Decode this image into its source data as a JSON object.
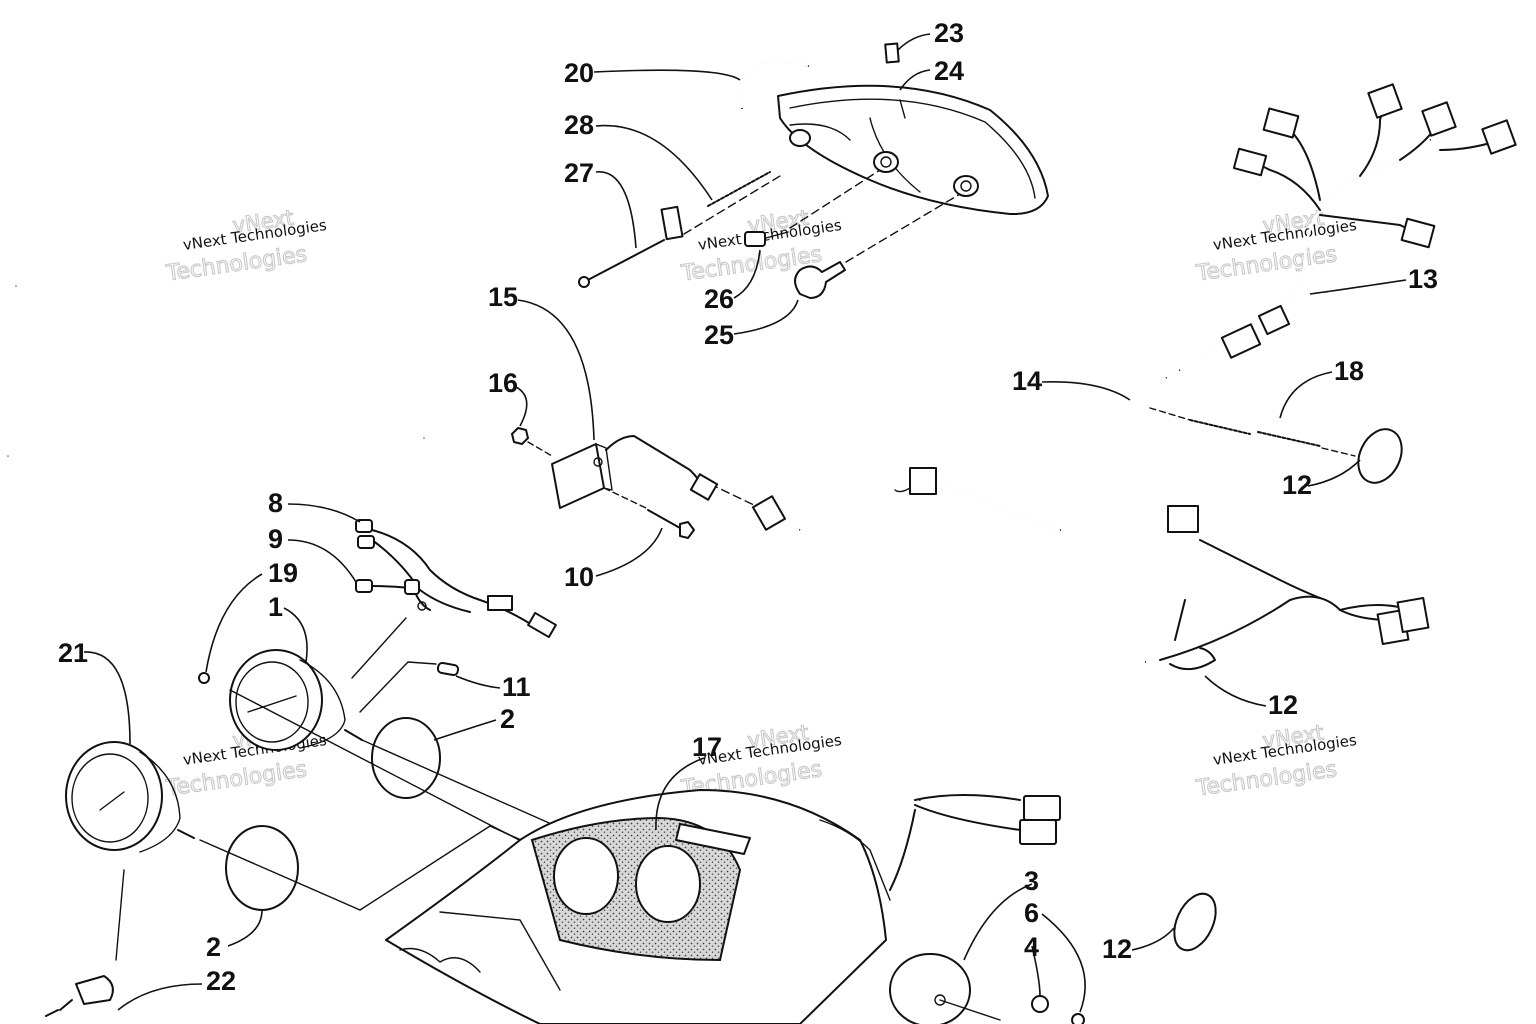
{
  "diagram": {
    "callouts": [
      {
        "id": "c20",
        "label": "20"
      },
      {
        "id": "c23",
        "label": "23"
      },
      {
        "id": "c24",
        "label": "24"
      },
      {
        "id": "c28",
        "label": "28"
      },
      {
        "id": "c27",
        "label": "27"
      },
      {
        "id": "c26",
        "label": "26"
      },
      {
        "id": "c25",
        "label": "25"
      },
      {
        "id": "c13",
        "label": "13"
      },
      {
        "id": "c15",
        "label": "15"
      },
      {
        "id": "c16",
        "label": "16"
      },
      {
        "id": "c14",
        "label": "14"
      },
      {
        "id": "c18",
        "label": "18"
      },
      {
        "id": "c12a",
        "label": "12"
      },
      {
        "id": "c8",
        "label": "8"
      },
      {
        "id": "c9",
        "label": "9"
      },
      {
        "id": "c19",
        "label": "19"
      },
      {
        "id": "c1",
        "label": "1"
      },
      {
        "id": "c10",
        "label": "10"
      },
      {
        "id": "c21",
        "label": "21"
      },
      {
        "id": "c11",
        "label": "11"
      },
      {
        "id": "c2a",
        "label": "2"
      },
      {
        "id": "c17",
        "label": "17"
      },
      {
        "id": "c12b",
        "label": "12"
      },
      {
        "id": "c3",
        "label": "3"
      },
      {
        "id": "c6",
        "label": "6"
      },
      {
        "id": "c4",
        "label": "4"
      },
      {
        "id": "c12c",
        "label": "12"
      },
      {
        "id": "c2b",
        "label": "2"
      },
      {
        "id": "c22",
        "label": "22"
      }
    ],
    "watermarks": [
      {
        "id": "wm1",
        "line0": "vNext",
        "line1": "vNext Technologies",
        "line2": "Technologies"
      },
      {
        "id": "wm2",
        "line0": "vNext",
        "line1": "vNext Technologies",
        "line2": "Technologies"
      },
      {
        "id": "wm3",
        "line0": "vNext",
        "line1": "vNext Technologies",
        "line2": "Technologies"
      },
      {
        "id": "wm4",
        "line0": "vNext",
        "line1": "vNext Technologies",
        "line2": "Technologies"
      },
      {
        "id": "wm5",
        "line0": "vNext",
        "line1": "vNext Technologies",
        "line2": "Technologies"
      },
      {
        "id": "wm6",
        "line0": "vNext",
        "line1": "vNext Technologies",
        "line2": "Technologies"
      }
    ]
  }
}
